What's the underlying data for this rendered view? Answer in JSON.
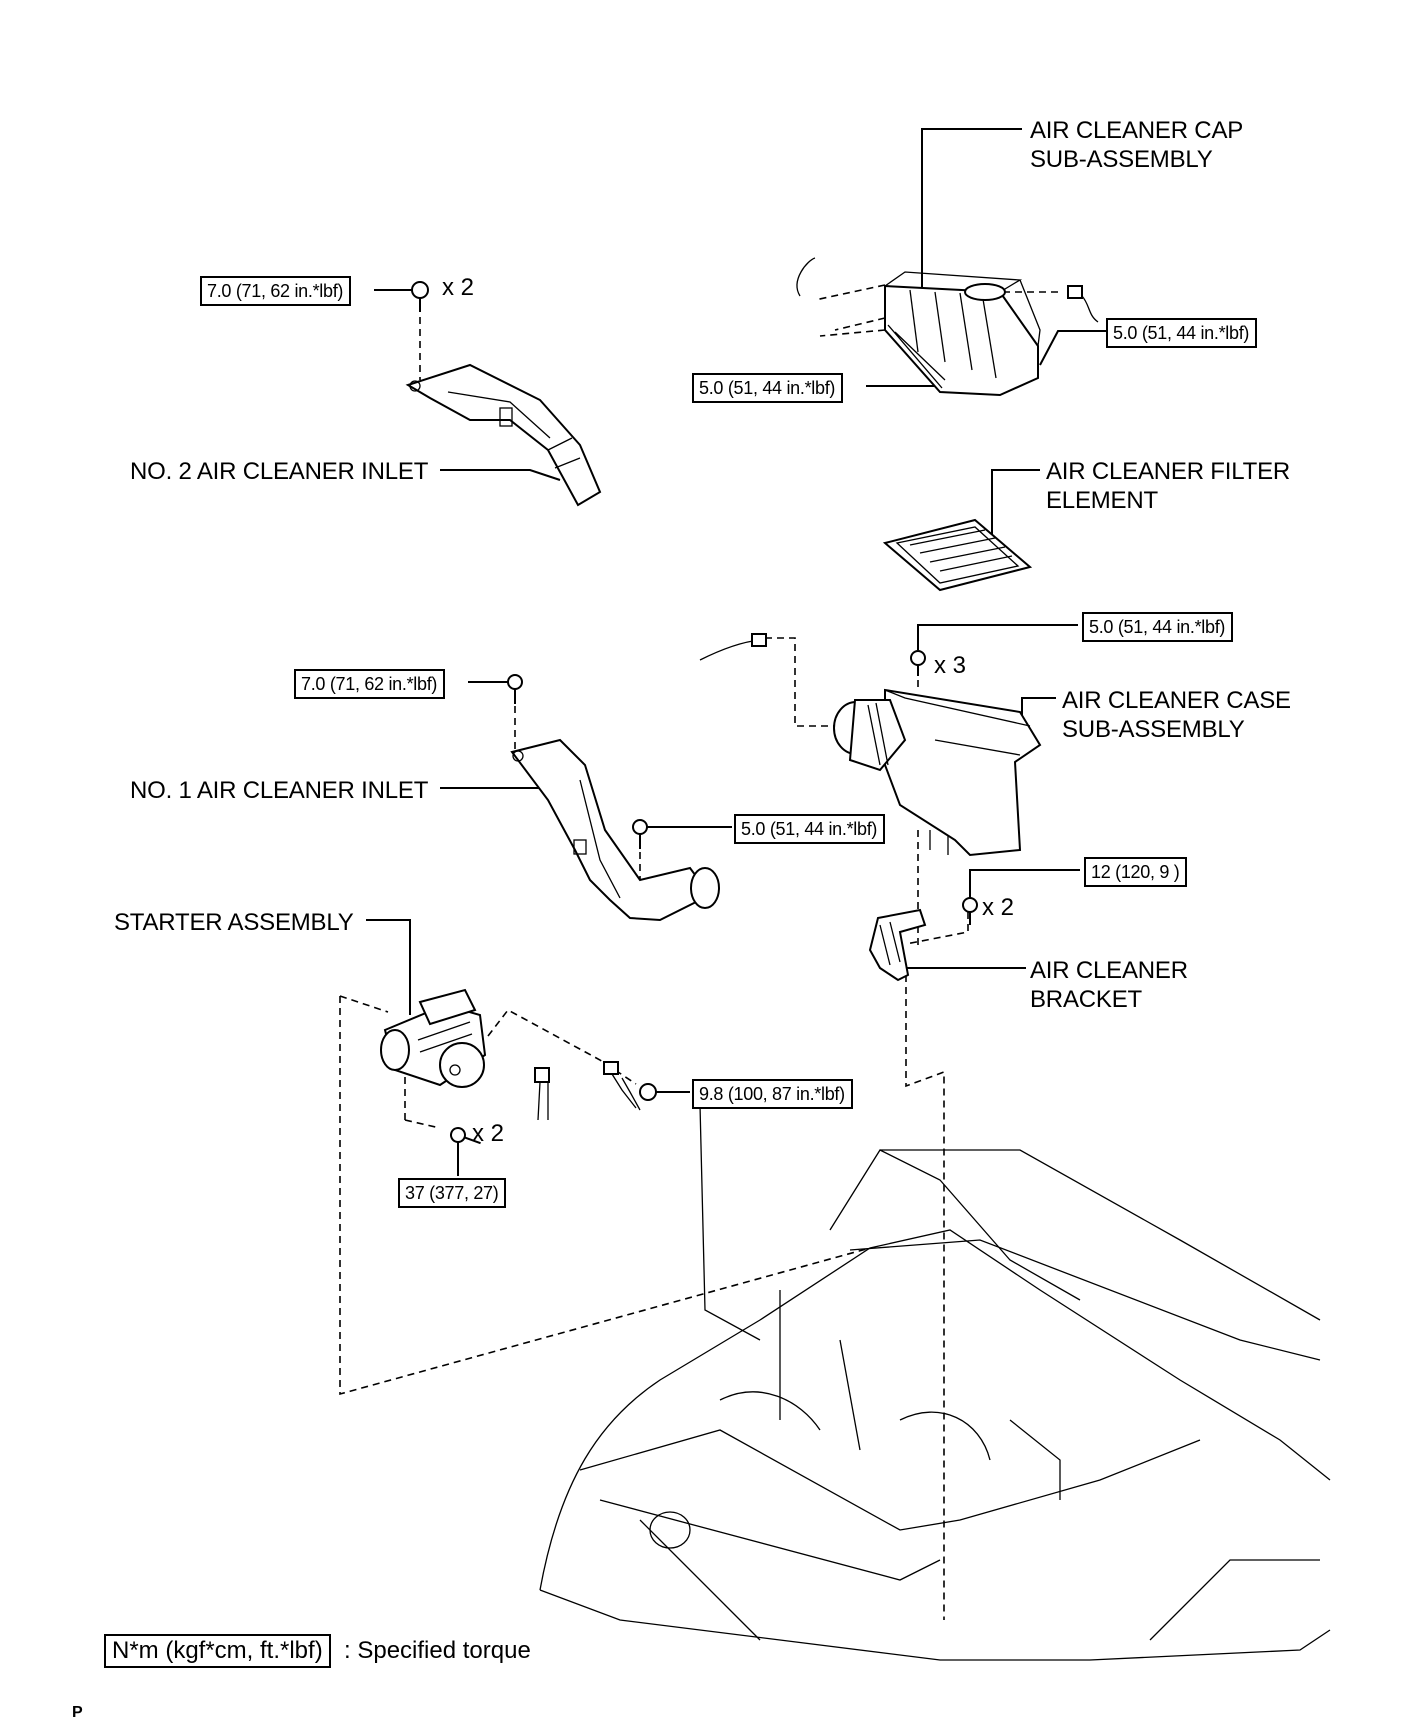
{
  "parts": {
    "air_cleaner_cap_line1": "AIR CLEANER CAP",
    "air_cleaner_cap_line2": "SUB-ASSEMBLY",
    "no2_inlet": "NO. 2 AIR CLEANER INLET",
    "filter_line1": "AIR CLEANER FILTER",
    "filter_line2": "ELEMENT",
    "case_line1": "AIR CLEANER CASE",
    "case_line2": "SUB-ASSEMBLY",
    "no1_inlet": "NO. 1 AIR CLEANER INLET",
    "starter": "STARTER ASSEMBLY",
    "bracket_line1": "AIR CLEANER",
    "bracket_line2": "BRACKET"
  },
  "torques": {
    "no2_inlet_bolt": "7.0 (71, 62 in.*lbf)",
    "cap_right": "5.0 (51, 44 in.*lbf)",
    "cap_left": "5.0 (51, 44 in.*lbf)",
    "case_bolt": "5.0 (51, 44 in.*lbf)",
    "no1_inlet_bolt": "7.0 (71, 62 in.*lbf)",
    "no1_inlet_clamp": "5.0 (51, 44 in.*lbf)",
    "bracket_bolt": "12 (120, 9 )",
    "starter_nut": "9.8 (100, 87 in.*lbf)",
    "starter_bolt": "37 (377, 27)"
  },
  "quantities": {
    "no2_inlet_bolt": "x 2",
    "case_bolt": "x 3",
    "bracket_bolt": "x 2",
    "starter_bolt": "x 2"
  },
  "legend": {
    "unit": "N*m (kgf*cm, ft.*lbf)",
    "description": ": Specified torque"
  },
  "corner_mark": "P"
}
